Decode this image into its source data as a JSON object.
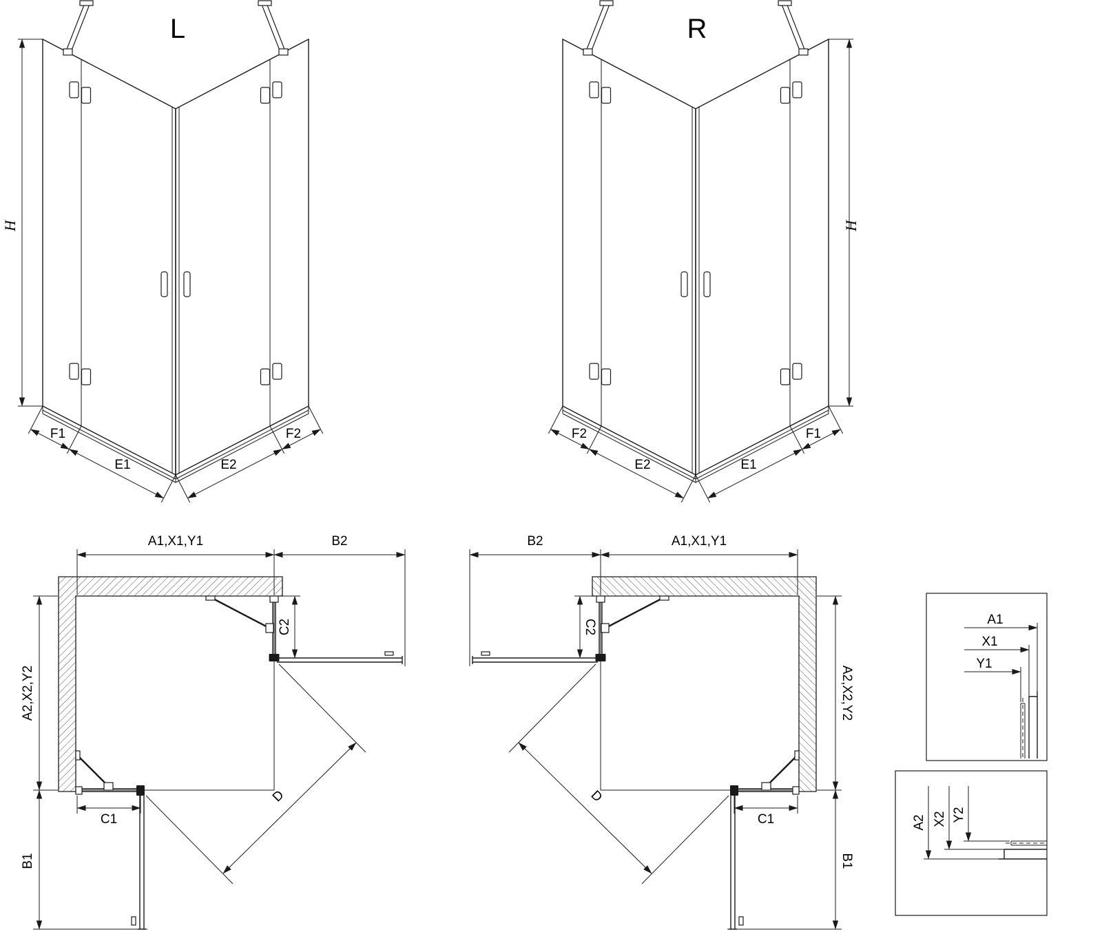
{
  "colors": {
    "line": "#1a1a1a",
    "background": "#ffffff"
  },
  "perspective_left": {
    "title": "L",
    "height": "H",
    "f1": "F1",
    "e1": "E1",
    "e2": "E2",
    "f2": "F2"
  },
  "perspective_right": {
    "title": "R",
    "height": "H",
    "f2": "F2",
    "e2": "E2",
    "e1": "E1",
    "f1": "F1"
  },
  "plan_left": {
    "width": "A1,X1,Y1",
    "door_b2": "B2",
    "c2": "C2",
    "depth": "A2,X2,Y2",
    "c1": "C1",
    "door_b1": "B1",
    "entry_d": "D"
  },
  "plan_right": {
    "width": "A1,X1,Y1",
    "door_b2": "B2",
    "c2": "C2",
    "depth": "A2,X2,Y2",
    "c1": "C1",
    "door_b1": "B1",
    "entry_d": "D"
  },
  "detail_width": {
    "a1": "A1",
    "x1": "X1",
    "y1": "Y1"
  },
  "detail_depth": {
    "a2": "A2",
    "x2": "X2",
    "y2": "Y2"
  }
}
